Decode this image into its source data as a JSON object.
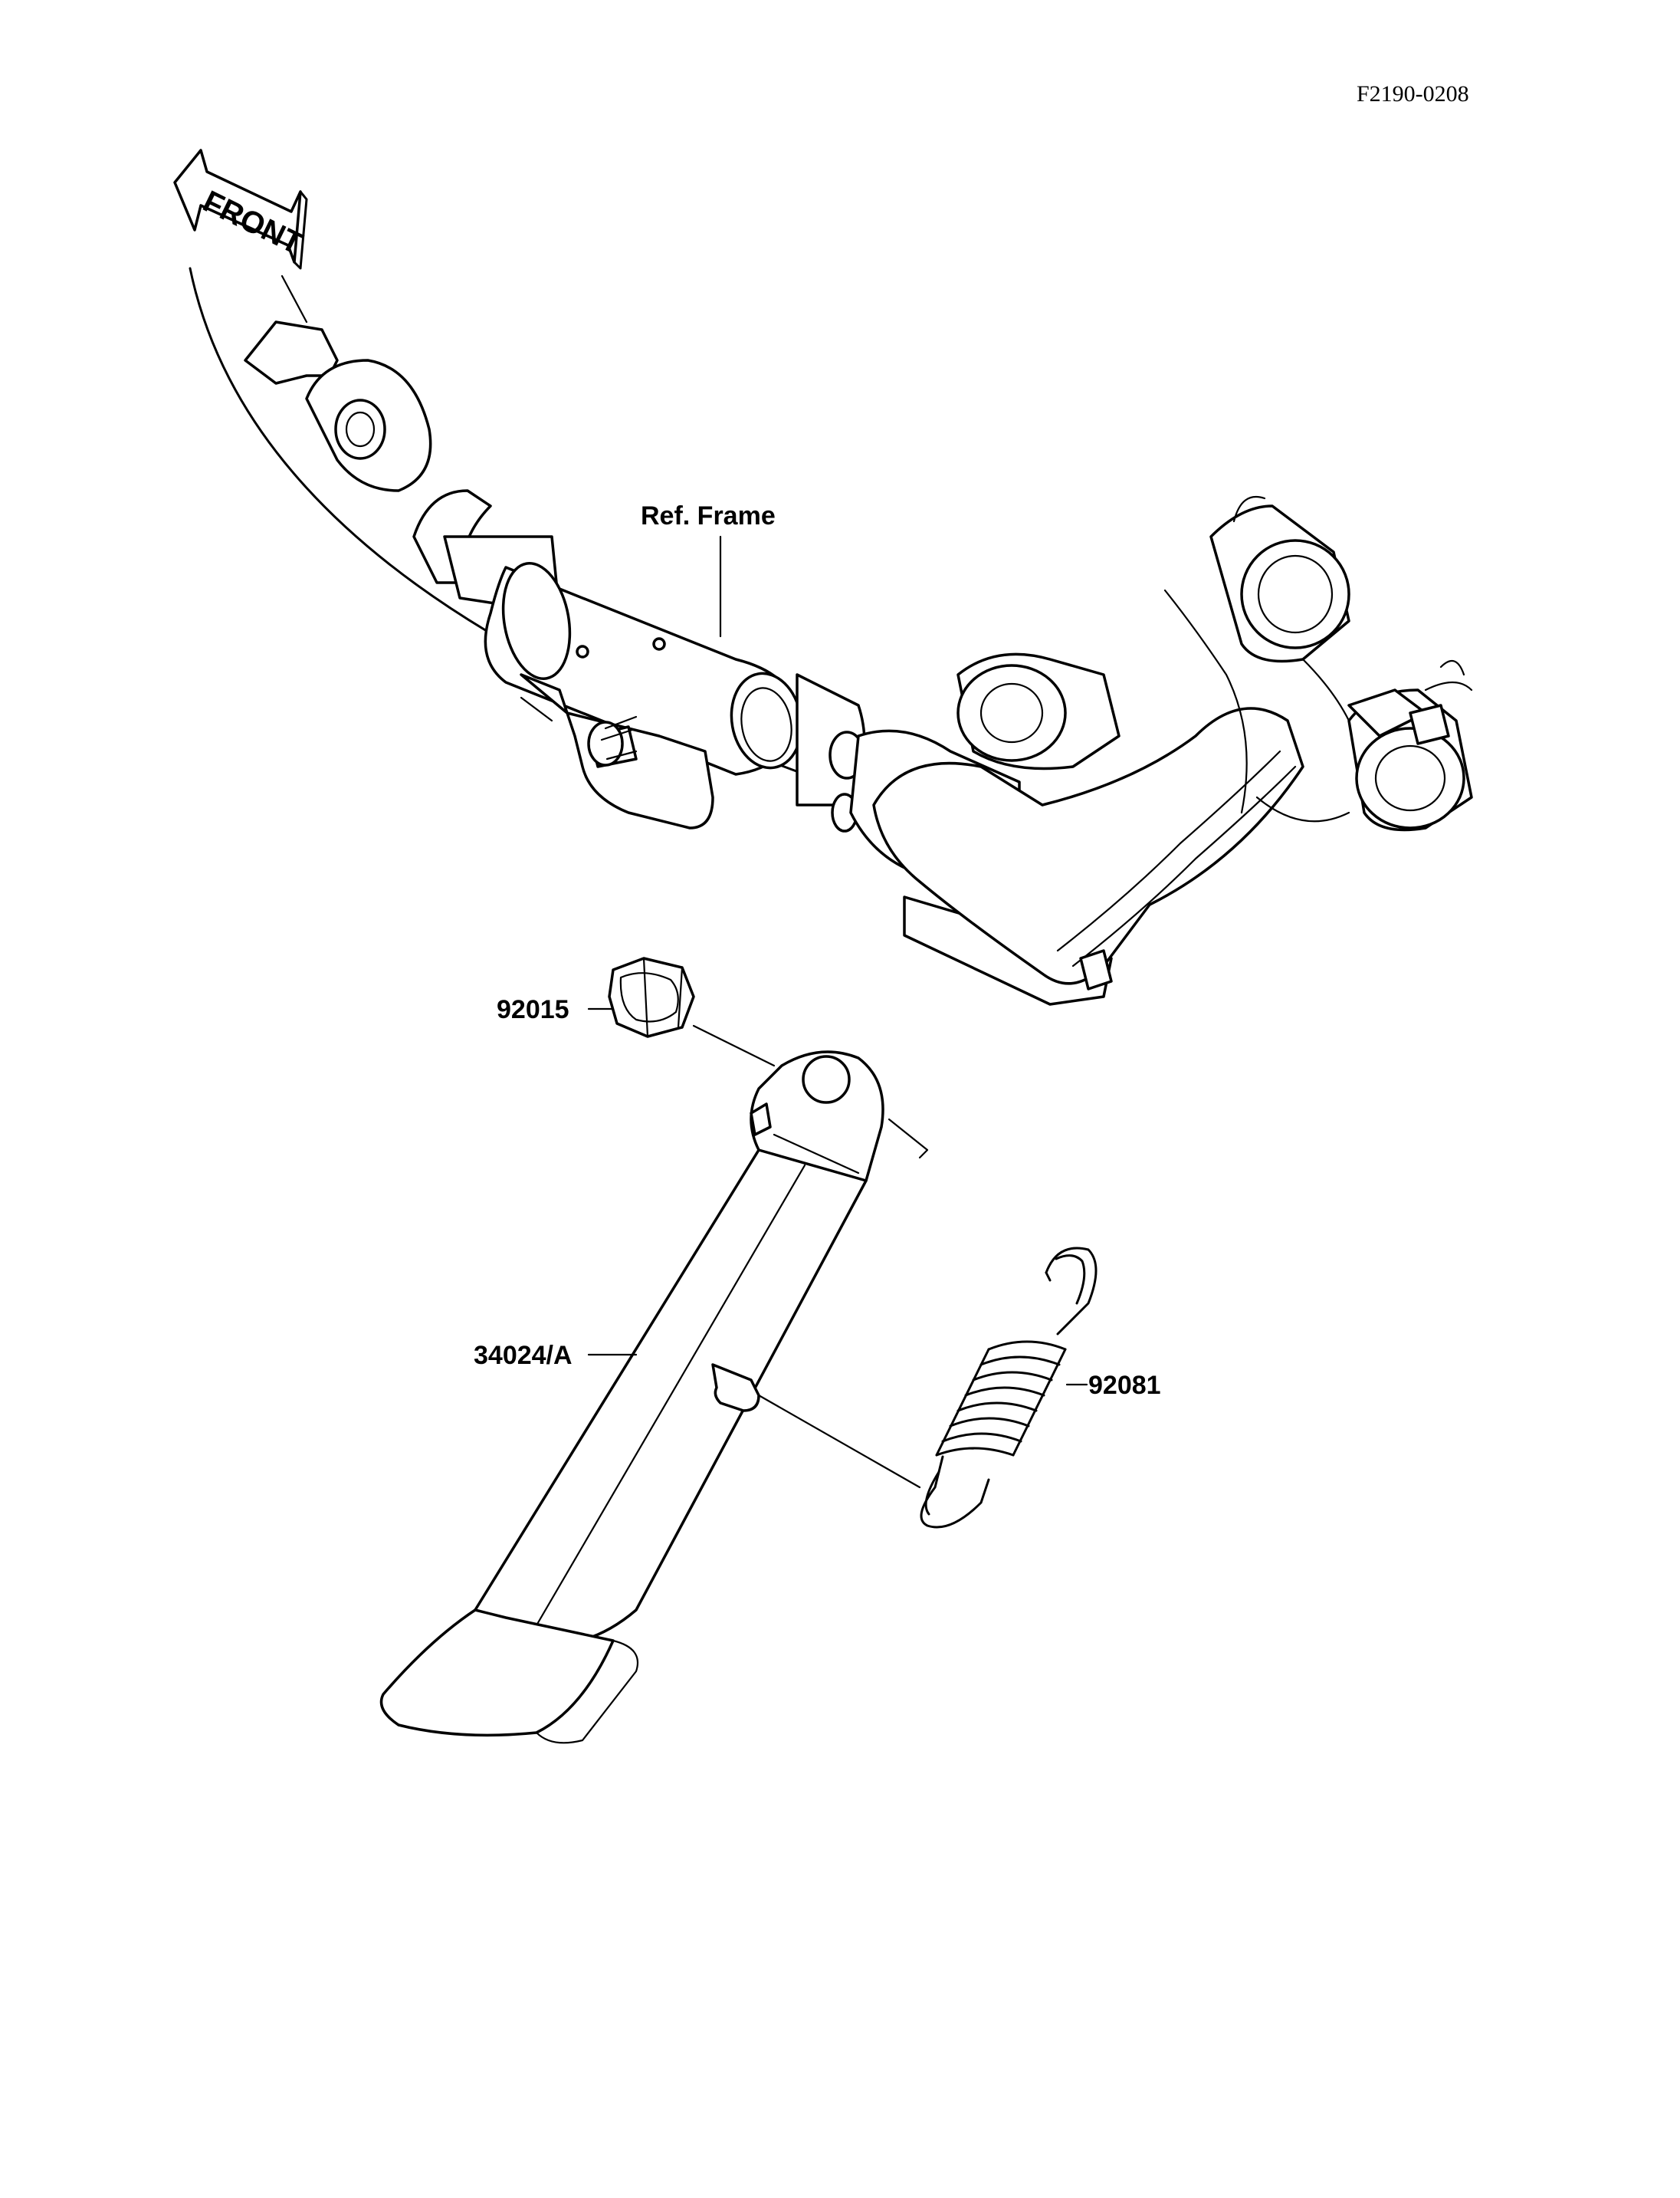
{
  "diagram_code": "F2190-0208",
  "front_arrow_label": "FRONT",
  "labels": {
    "ref_frame": "Ref. Frame",
    "nut": "92015",
    "side_stand": "34024/A",
    "spring": "92081"
  },
  "colors": {
    "ink": "#000000",
    "paper": "#ffffff"
  }
}
